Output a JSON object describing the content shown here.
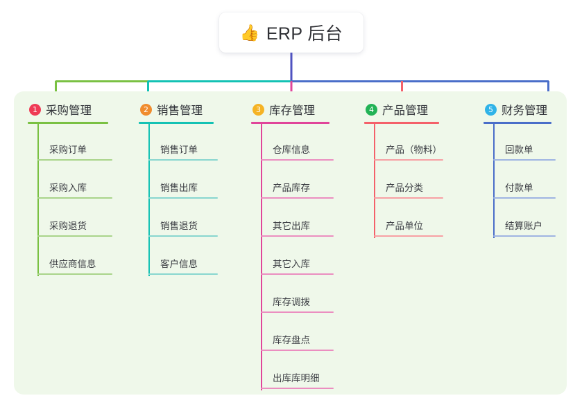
{
  "root": {
    "emoji": "👍",
    "emoji_name": "thumbs-up-icon",
    "title": "ERP 后台"
  },
  "palette": {
    "panel_bg": "#eff8ea",
    "page_bg": "#ffffff",
    "root_stem": "#4f52c0",
    "text": "#32343a"
  },
  "columns": [
    {
      "index": "1",
      "title": "采购管理",
      "badge_color": "#ef3b55",
      "line_color": "#7ac143",
      "leaf_line_color": "#a9d48a",
      "items": [
        "采购订单",
        "采购入库",
        "采购退货",
        "供应商信息"
      ]
    },
    {
      "index": "2",
      "title": "销售管理",
      "badge_color": "#f08c2e",
      "line_color": "#14c2b4",
      "leaf_line_color": "#88d6cf",
      "items": [
        "销售订单",
        "销售出库",
        "销售退货",
        "客户信息"
      ]
    },
    {
      "index": "3",
      "title": "库存管理",
      "badge_color": "#f5b324",
      "line_color": "#e0459a",
      "leaf_line_color": "#eb8ec0",
      "items": [
        "仓库信息",
        "产品库存",
        "其它出库",
        "其它入库",
        "库存调拨",
        "库存盘点",
        "出库库明细"
      ]
    },
    {
      "index": "4",
      "title": "产品管理",
      "badge_color": "#22b356",
      "line_color": "#f4616a",
      "leaf_line_color": "#f7a0a4",
      "items": [
        "产品（物料）",
        "产品分类",
        "产品单位"
      ]
    },
    {
      "index": "5",
      "title": "财务管理",
      "badge_color": "#2fb3e8",
      "line_color": "#4a6ec9",
      "leaf_line_color": "#9fb4e2",
      "items": [
        "回款单",
        "付款单",
        "结算账户"
      ]
    }
  ],
  "connector_segments": [
    {
      "name": "segment-purchase",
      "color": "#7ac143"
    },
    {
      "name": "segment-sales",
      "color": "#14c2b4"
    },
    {
      "name": "segment-right",
      "color": "#4a6ec9"
    }
  ]
}
